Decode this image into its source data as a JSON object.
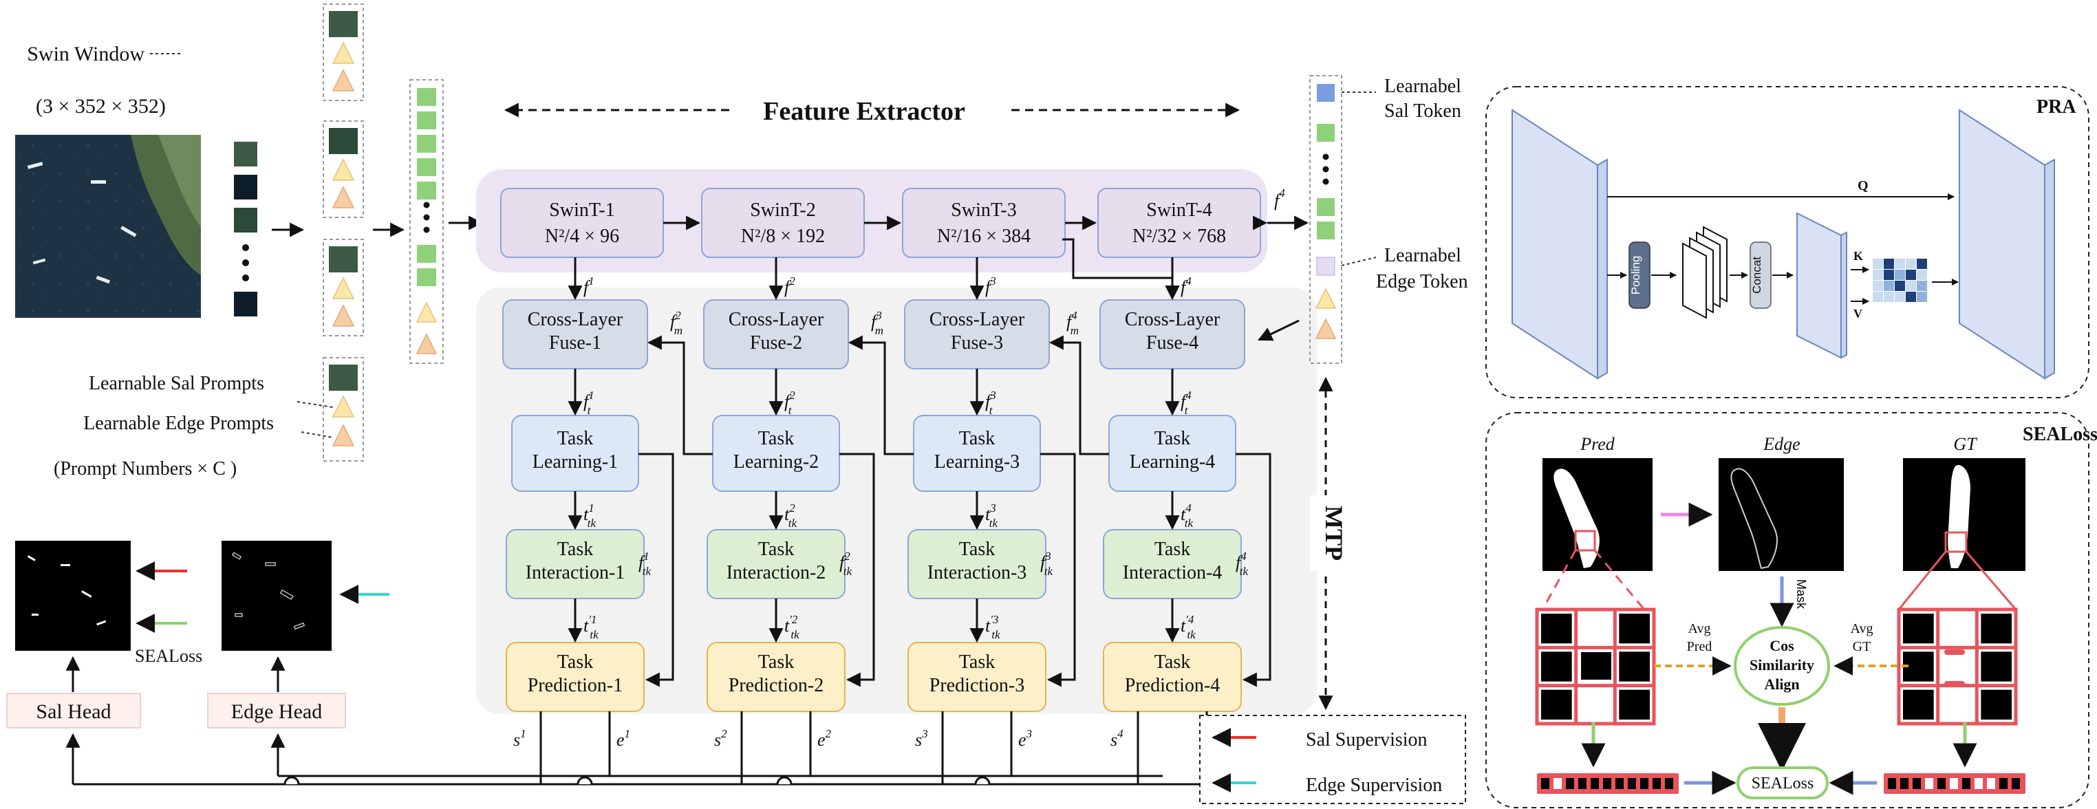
{
  "colors": {
    "swin": "#e6dded",
    "swin_stroke": "#8ea5d8",
    "clf": "#d6dde8",
    "clf_stroke": "#8ea5d8",
    "tl": "#dce8f6",
    "tl_stroke": "#8ea5d8",
    "ti": "#dcefd3",
    "ti_stroke": "#8ea5d8",
    "tp": "#fdf0c8",
    "tp_stroke": "#e6b24d",
    "mtp_bg": "#f2f2f2",
    "fe_bg": "#ece4f3",
    "green_token": "#8fd07a",
    "sal_token": "#7a9de0",
    "edge_token": "#e4dcf3",
    "prompt_tri": "#fbe7a8",
    "prompt_tri2": "#f7cda3",
    "sal_arrow": "#e8302a",
    "edge_arrow": "#33d6d0",
    "sealoss_red": "#e8545c",
    "sealoss_green": "#8ed16c",
    "sealoss_orange": "#f5a66a",
    "sealoss_blue": "#7f94e0",
    "sealoss_pink": "#ea86e6",
    "sealoss_gold": "#d8a42a"
  },
  "top": {
    "swin_window": "Swin Window",
    "input_shape": "(3 × 352 × 352)",
    "feature_extractor": "Feature Extractor",
    "learnable_sal_prompts": "Learnable Sal Prompts",
    "learnable_edge_prompts": "Learnable Edge Prompts",
    "prompt_numbers": "(Prompt Numbers  × C )"
  },
  "swin_blocks": [
    {
      "name": "SwinT-1",
      "dim": "N²/4 × 96"
    },
    {
      "name": "SwinT-2",
      "dim": "N²/8 × 192"
    },
    {
      "name": "SwinT-3",
      "dim": "N²/16 × 384"
    },
    {
      "name": "SwinT-4",
      "dim": "N²/32 × 768"
    }
  ],
  "clf_blocks": [
    "Cross-Layer\nFuse-1",
    "Cross-Layer\nFuse-2",
    "Cross-Layer\nFuse-3",
    "Cross-Layer\nFuse-4"
  ],
  "tl_blocks": [
    "Task\nLearning-1",
    "Task\nLearning-2",
    "Task\nLearning-3",
    "Task\nLearning-4"
  ],
  "ti_blocks": [
    "Task\nInteraction-1",
    "Task\nInteraction-2",
    "Task\nInteraction-3",
    "Task\nInteraction-4"
  ],
  "tp_blocks": [
    "Task\nPrediction-1",
    "Task\nPrediction-2",
    "Task\nPrediction-3",
    "Task\nPrediction-4"
  ],
  "math": {
    "f": "f",
    "f_sup": [
      "1",
      "2",
      "3",
      "4"
    ],
    "fm_sup": [
      "2",
      "3",
      "4"
    ],
    "ft_sub": "t",
    "ftk_sub": "tk",
    "s": "s",
    "e": "e",
    "prime": "'",
    "f4_top": "4"
  },
  "right_tokens": {
    "sal_token_line1": "Learnabel",
    "sal_token_line2": "Sal Token",
    "edge_token_line1": "Learnabel",
    "edge_token_line2": "Edge Token",
    "mtp": "MTP"
  },
  "heads": {
    "sal_head": "Sal Head",
    "edge_head": "Edge Head",
    "sealoss_side": "SEALoss"
  },
  "legend": {
    "sal_supervision": "Sal Supervision",
    "edge_supervision": "Edge Supervision"
  },
  "pra": {
    "title": "PRA",
    "q": "Q",
    "k": "K",
    "v": "V",
    "pooling": "Pooling",
    "concat": "Concat"
  },
  "sealoss_panel": {
    "title": "SEALoss",
    "pred": "Pred",
    "edge": "Edge",
    "gt": "GT",
    "mask": "Mask",
    "avg_pred_1": "Avg",
    "avg_pred_2": "Pred",
    "avg_gt_1": "Avg",
    "avg_gt_2": "GT",
    "cos_1": "Cos",
    "cos_2": "Similarity",
    "cos_3": "Align",
    "sealoss_out": "SEALoss"
  }
}
